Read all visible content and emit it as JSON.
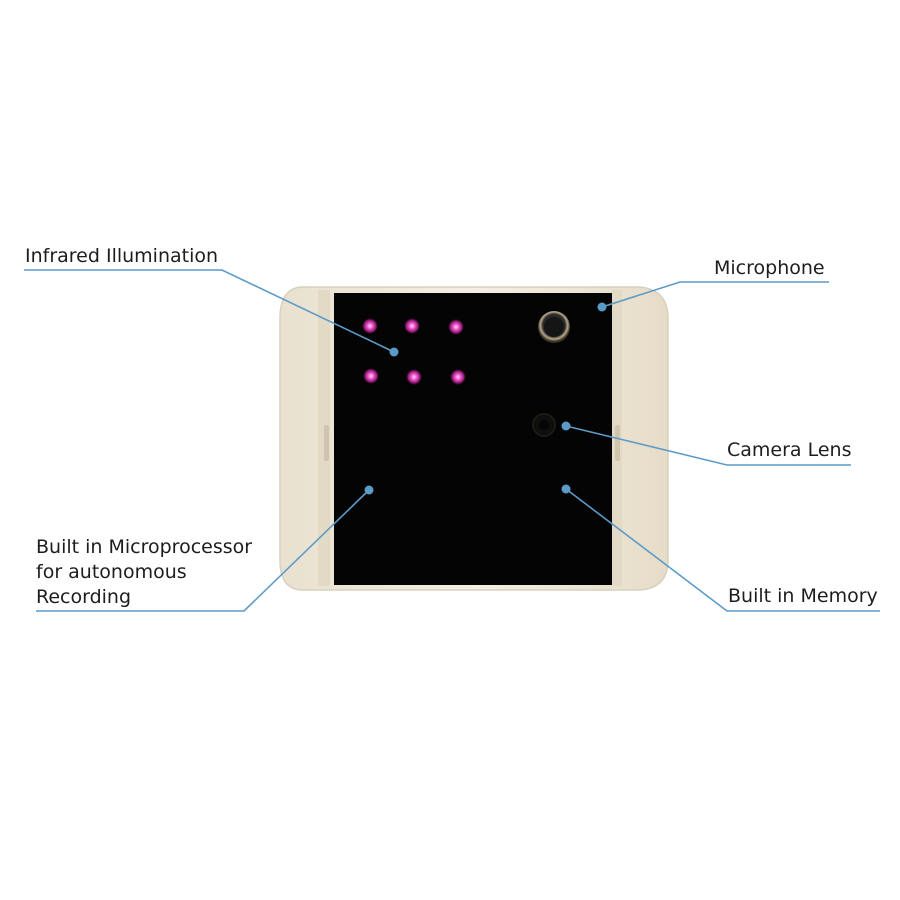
{
  "callouts": {
    "infrared": "Infrared Illumination",
    "microphone": "Microphone",
    "camera_lens": "Camera Lens",
    "microprocessor": [
      "Built in Microprocessor",
      "for autonomous",
      "Recording"
    ],
    "memory": "Built in Memory"
  },
  "colors": {
    "leader_line": "#5b9bc7",
    "housing": "#efe8d8",
    "face": "#040404",
    "ir_led": "#e23bb5"
  },
  "icons": {
    "device": "hidden-camera-unit",
    "led": "infrared-led",
    "mic": "microphone-icon",
    "lens": "camera-lens-icon"
  }
}
